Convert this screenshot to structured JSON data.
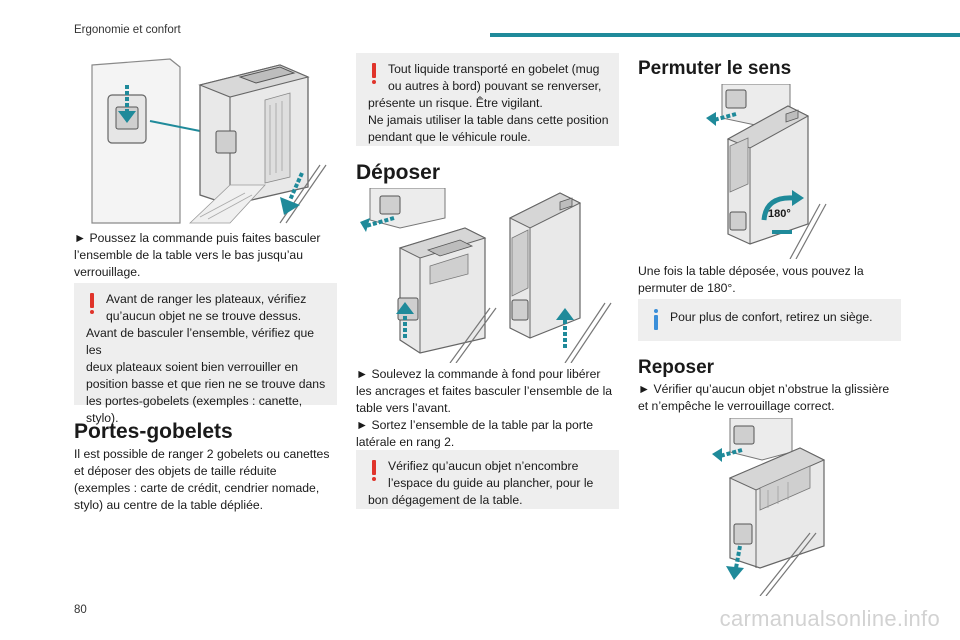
{
  "header": {
    "section_title": "Ergonomie et confort",
    "accent_color": "#1f8a9a"
  },
  "page_number": "80",
  "watermark": "carmanualsonline.info",
  "col1": {
    "instruction": "► Poussez la commande puis faites basculer l’ensemble de la table vers le bas jusqu’au verrouillage.",
    "warning_box": {
      "line1": "Avant de ranger les plateaux, vérifiez",
      "line2": "qu’aucun objet ne se trouve dessus.",
      "line3": "Avant de basculer l’ensemble, vérifiez que les",
      "line4": "deux plateaux soient bien verrouiller en",
      "line5": "position basse et que rien ne se trouve dans",
      "line6": "les portes-gobelets (exemples : canette,",
      "line7": "stylo)."
    },
    "section_title": "Portes-gobelets",
    "paragraph": "Il est possible de ranger 2 gobelets ou canettes et déposer des objets de taille réduite (exemples : carte de crédit, cendrier nomade, stylo) au centre de la table dépliée."
  },
  "col2": {
    "warning_box": {
      "line1": "Tout liquide transporté en gobelet (mug",
      "line2": "ou autres à bord) pouvant se renverser,",
      "line3": "présente un risque. Être vigilant.",
      "line4": "Ne jamais utiliser la table dans cette position",
      "line5": "pendant que le véhicule roule."
    },
    "section_title": "Déposer",
    "instruction1": "► Soulevez la commande à fond pour libérer les ancrages et faites basculer l’ensemble de la table vers l’avant.",
    "instruction2": "► Sortez l’ensemble de la table par la porte latérale en rang 2.",
    "warning_box2": {
      "line1": "Vérifiez qu’aucun objet n’encombre",
      "line2": "l’espace du guide au plancher, pour le",
      "line3": "bon dégagement de la table."
    }
  },
  "col3": {
    "section_title1": "Permuter le sens",
    "rotation_label": "180°",
    "paragraph1": "Une fois la table déposée, vous pouvez la permuter de 180°.",
    "info_box": {
      "line1": "Pour plus de confort, retirez un siège."
    },
    "section_title2": "Reposer",
    "instruction": "► Vérifier qu’aucun objet n’obstrue la glissière et n’empêche le verrouillage correct."
  },
  "colors": {
    "warning": "#e0342b",
    "info": "#3b8fd9",
    "arrow": "#1f8a9a",
    "box_bg": "#eeeeee"
  }
}
